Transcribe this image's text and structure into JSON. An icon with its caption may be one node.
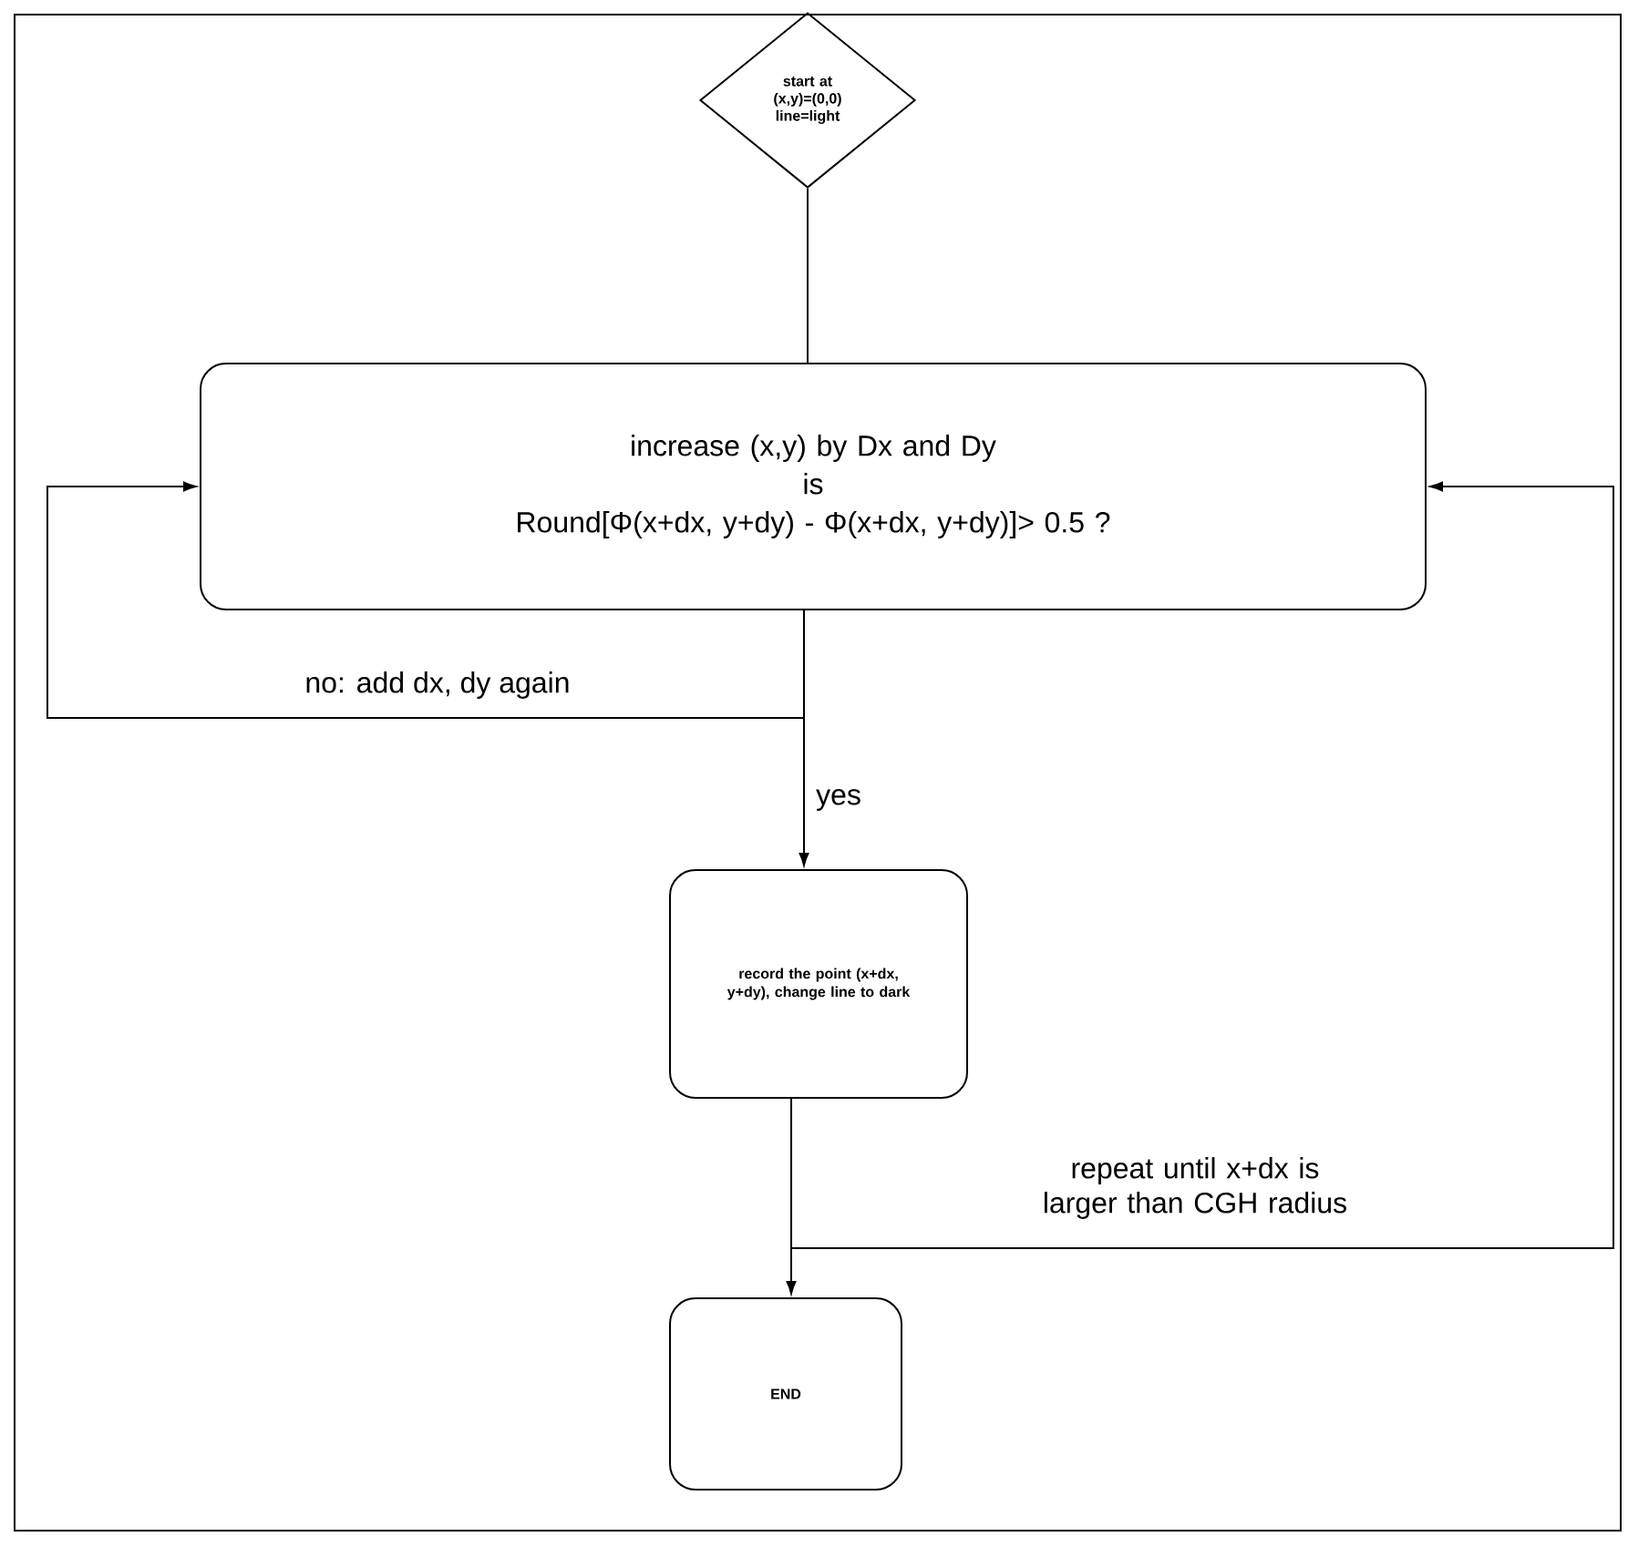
{
  "diagram": {
    "nodes": [
      {
        "text": [
          "start at (x,y)=(0,0) line=light"
        ]
      },
      {
        "text": [
          "increase (x,y) by Dx and Dy",
          "is",
          "Round[Φ(x+dx, y+dy) - Φ(x+dx, y+dy)]> 0.5 ?"
        ]
      },
      {
        "text": [
          "record the point (x+dx, y+dy), change line to dark"
        ]
      },
      {
        "text": [
          "END"
        ]
      }
    ],
    "edges": [
      {
        "from": 0,
        "to": 1,
        "arrow": "none"
      },
      {
        "from": 1,
        "to": 1,
        "arrow": "to",
        "label": "no: add dx, dy again"
      },
      {
        "from": 1,
        "to": 2,
        "arrow": "to",
        "label": "yes"
      },
      {
        "from": 2,
        "to": 3,
        "arrow": "to"
      },
      {
        "from": 2,
        "to": 1,
        "arrow": "to",
        "label": "repeat until x+dx is larger than CGH radius"
      }
    ]
  }
}
